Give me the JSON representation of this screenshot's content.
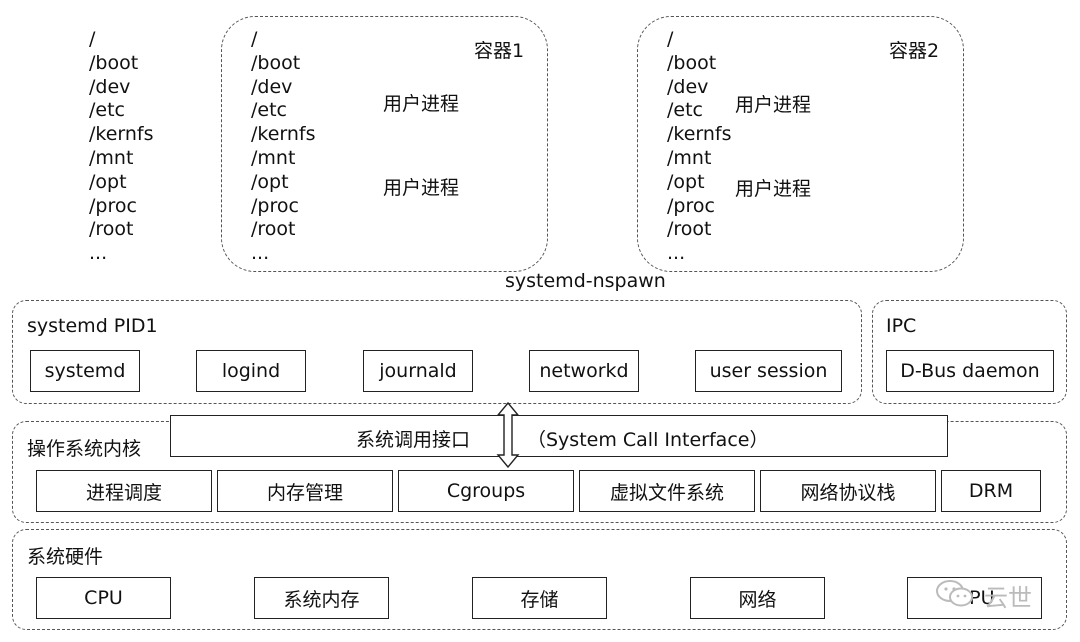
{
  "host_fs": [
    "/",
    "/boot",
    "/dev",
    "/etc",
    "/kernfs",
    "/mnt",
    "/opt",
    "/proc",
    "/root",
    "..."
  ],
  "container1": {
    "title": "容器1",
    "fs": [
      "/",
      "/boot",
      "/dev",
      "/etc",
      "/kernfs",
      "/mnt",
      "/opt",
      "/proc",
      "/root",
      "..."
    ],
    "proc1": "用户进程",
    "proc2": "用户进程"
  },
  "container2": {
    "title": "容器2",
    "fs": [
      "/",
      "/boot",
      "/dev",
      "/etc",
      "/kernfs",
      "/mnt",
      "/opt",
      "/proc",
      "/root",
      "..."
    ],
    "proc1": "用户进程",
    "proc2": "用户进程"
  },
  "nspawn_label": "systemd-nspawn",
  "pid1": {
    "title": "systemd PID1",
    "items": [
      "systemd",
      "logind",
      "journald",
      "networkd",
      "user session"
    ]
  },
  "ipc": {
    "title": "IPC",
    "item": "D-Bus daemon"
  },
  "kernel": {
    "title": "操作系统内核",
    "syscall_cn": "系统调用接口",
    "syscall_en": "（System Call Interface）",
    "items": [
      "进程调度",
      "内存管理",
      "Cgroups",
      "虚拟文件系统",
      "网络协议栈",
      "DRM"
    ]
  },
  "hardware": {
    "title": "系统硬件",
    "items": [
      "CPU",
      "系统内存",
      "存储",
      "网络",
      "GPU"
    ]
  },
  "watermark": "云世"
}
